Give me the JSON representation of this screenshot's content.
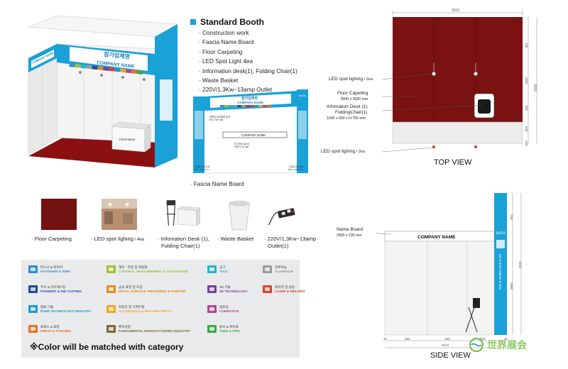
{
  "standard_booth": {
    "title": "Standard Booth",
    "items": [
      "Construction work",
      "Fascia Name Board",
      "Floor Carpeting",
      "LED Spot Light 4ea",
      "Information desk(1), Folding Chair(1)",
      "Waste Basket",
      "220V/1,3Kw−13amp Outlet"
    ]
  },
  "booth_3d": {
    "fascia_korean": "참가업체명",
    "fascia_company": "COMPANY NAME",
    "side_korean": "참가업체명",
    "side_company": "COMPANY NAME",
    "desk_label": "Information"
  },
  "fascia_drawing": {
    "caption": "Fascia Name Board",
    "fascia_korean": "참가업체명",
    "fascia_company": "COMPANY NAME",
    "company_bar": "COMPANY NAME",
    "booth_no": "1a101",
    "note_left_1": "그래픽스위치출력 문자",
    "note_left_2": "200 x 750 mm",
    "note_mid_1": "부스번호 3a101",
    "note_mid_2": "1000 x 10 mm",
    "note_bottom_left_1": "그래픽 하단 인쇄",
    "note_bottom_left_2": "600 x 1000 mm",
    "note_bottom_right_1": "그래픽 하단 인쇄",
    "note_bottom_right_2": "600 x 1000 mm"
  },
  "items_row": [
    {
      "label": "Floor Carpeting"
    },
    {
      "label": "LED spot lighing",
      "suffix": " / 4ea"
    },
    {
      "label": "Infomation Desk (1),",
      "label2": "Folding Chair(1)"
    },
    {
      "label": "Waste Basket"
    },
    {
      "label": "220V/1,3Kw−13amp",
      "label2": "Outlet(1)"
    }
  ],
  "categories": [
    {
      "ko": "파스너 & 와이어",
      "en": "FASTENER & WIRE",
      "color": "#2f8fd0"
    },
    {
      "ko": "계측 · 측정 및 자동화",
      "en": "CONTROL, MEASUREMENT & AUTOMATION",
      "color": "#9bbf3a"
    },
    {
      "ko": "공구",
      "en": "TOOL",
      "color": "#25b5c9"
    },
    {
      "ko": "알루미늄",
      "en": "ALUMINIUM",
      "color": "#9a9a9a"
    },
    {
      "ko": "주조 & 다이캐스팅",
      "en": "FOUNDRY & DIE CASTING",
      "color": "#1f4e9c"
    },
    {
      "ko": "금속 표면 및 도장",
      "en": "METAL SURFACE TREATMENT & PAINTING",
      "color": "#e08a1e"
    },
    {
      "ko": "3D 기술",
      "en": "3D TECHNOLOGY",
      "color": "#7a3e9d"
    },
    {
      "ko": "레이저 및 용접",
      "en": "LASER & WELDING",
      "color": "#d9432a"
    },
    {
      "ko": "펌프 기술",
      "en": "PUMP TECHNOLOGY INDUSTRY",
      "color": "#1c9ad6"
    },
    {
      "ko": "자동차 및 기계부품",
      "en": "AUTOMOBILE & MACHINE PARTS",
      "color": "#f0a81c"
    },
    {
      "ko": "컴포짓",
      "en": "COMPOSITE",
      "color": "#b0478f"
    },
    {
      "ko": "프레스 & 포밍",
      "en": "PRESS & FORGING",
      "color": "#e8711f"
    },
    {
      "ko": "뿌리산업",
      "en": "FUNDAMENTAL MANUFACTURING INDUSTRY",
      "color": "#7b6a3c"
    },
    {
      "ko": "튜브 & 파이프",
      "en": "TUBE & PIPE",
      "color": "#3fa84a"
    }
  ],
  "category_note": "※Color will be matched with category",
  "top_view": {
    "title": "TOP VIEW",
    "width_label": "3010",
    "right_dims": [
      "100",
      "3010",
      "100"
    ],
    "right_dims2": [
      "3010"
    ],
    "right_seg": [
      "100",
      "1900",
      "100",
      "600",
      "100"
    ],
    "label_led_top": "LED spot lighing",
    "label_led_top_suffix": " / 2ea",
    "label_floor": "Floor Capeting",
    "label_floor_size": "3000 x 3000 mm",
    "label_desk": "Infomation Desk (1)",
    "label_chair": "FoldingChair(1)",
    "label_desk_size": "1000 x 600 x H:750 mm",
    "label_led_bottom": "LED spot lighing",
    "label_led_bottom_suffix": " / 2ea"
  },
  "side_view": {
    "title": "SIDE VIEW",
    "name_board": "Name Board",
    "name_board_size": "2930 x 230 mm",
    "company": "COMPANY NAME",
    "booth_no": "1a101",
    "side_text": "Nut & Bolt Fastener & Wire",
    "dim_bottom": [
      "40",
      "950",
      "350",
      "950",
      "40"
    ],
    "dim_total": "3010",
    "dim_right": [
      "750",
      "2460",
      "3210"
    ]
  },
  "logo": {
    "text": "世界展会"
  },
  "colors": {
    "accent": "#1aa1d8",
    "carpet": "#7a1414"
  }
}
